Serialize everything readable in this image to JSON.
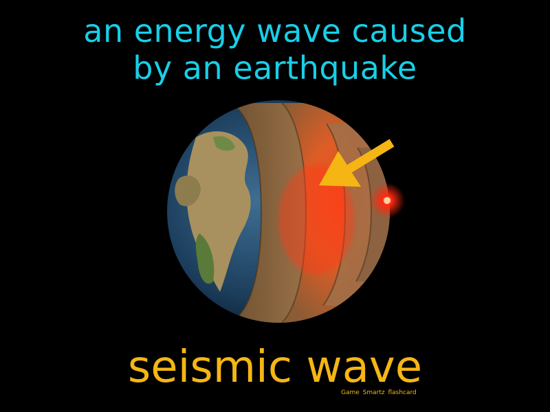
{
  "card": {
    "definition_line1": "an energy wave caused",
    "definition_line2": "by an earthquake",
    "term": "seismic wave",
    "brand": "Game Smartz flashcard"
  },
  "illustration": {
    "subject": "earth-cutaway-icon",
    "pointer": "arrow-icon",
    "source": "epicenter-glow-icon",
    "colors": {
      "definition": "#18cfe8",
      "term": "#f5b614",
      "arrow": "#f5b614",
      "epicenter": "#ff2a10"
    }
  }
}
